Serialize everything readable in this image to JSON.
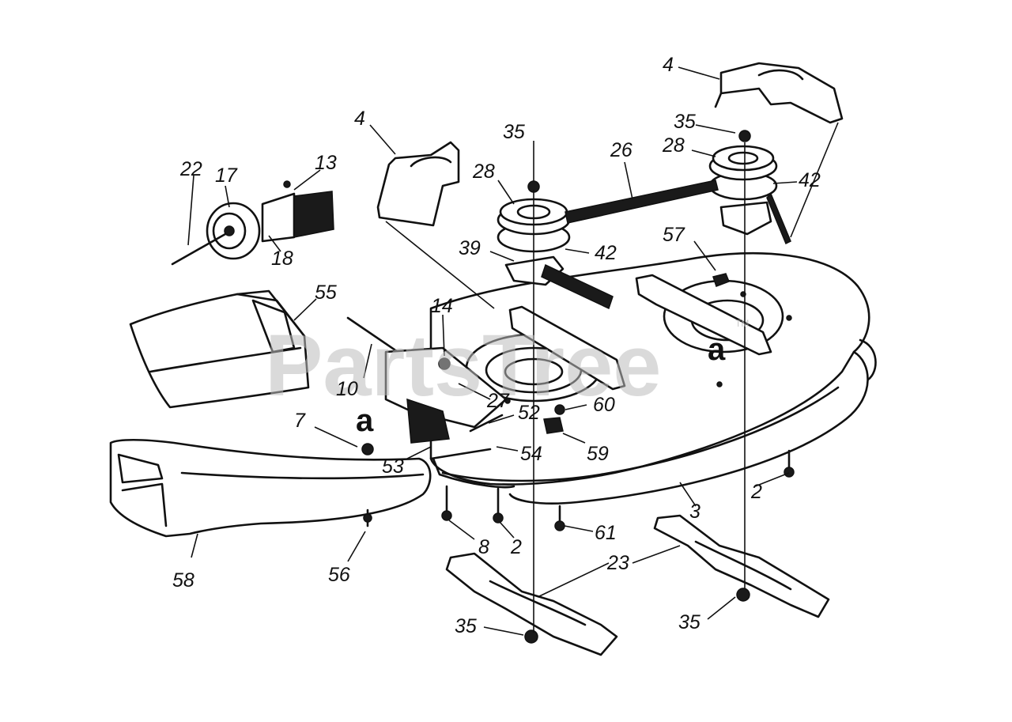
{
  "watermark": {
    "text": "PartsTree",
    "trademark": "TM"
  },
  "callouts": [
    "4",
    "4",
    "35",
    "35",
    "26",
    "28",
    "28",
    "42",
    "42",
    "22",
    "17",
    "13",
    "18",
    "39",
    "57",
    "55",
    "14",
    "10",
    "27",
    "52",
    "60",
    "7",
    "53",
    "54",
    "59",
    "2",
    "2",
    "3",
    "61",
    "8",
    "58",
    "56",
    "23",
    "35",
    "35"
  ],
  "section_markers": [
    "a",
    "a"
  ],
  "colors": {
    "ink": "#111111",
    "paper": "#ffffff",
    "watermark": "#bdbdbd"
  }
}
